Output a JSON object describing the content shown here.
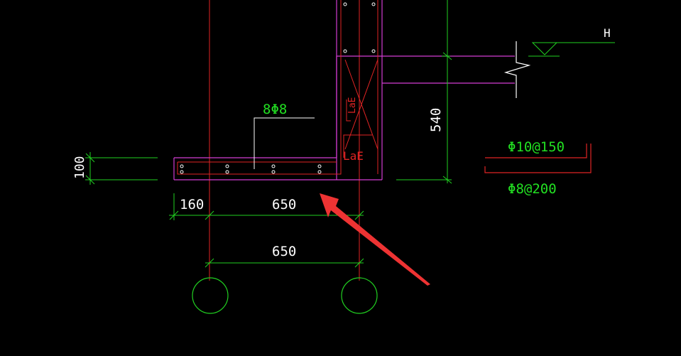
{
  "colors": {
    "background": "#000000",
    "outline": "#d23cd2",
    "axis": "#e02424",
    "dimension": "#21d021",
    "text_white": "#ffffff",
    "text_green": "#22e022",
    "text_red": "#e02424",
    "arrow": "#ee3333"
  },
  "labels": {
    "elevation": "H",
    "bar_callout": "8Φ8",
    "dim_height": "540",
    "dim_slab": "100",
    "dim_left": "160",
    "dim_span_upper": "650",
    "dim_span_lower": "650",
    "rebar_main": "Φ10@150",
    "rebar_dist": "Φ8@200",
    "anchor_upper": "LaE",
    "anchor_lower": "LaE"
  },
  "icons": [
    "break-line-icon",
    "elevation-marker-icon",
    "axis-bubble-icon",
    "pointer-arrow-icon"
  ]
}
